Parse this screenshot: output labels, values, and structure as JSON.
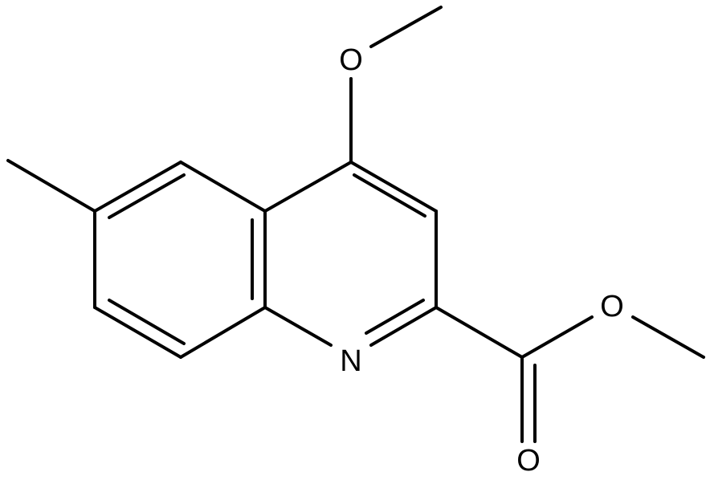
{
  "molecule": {
    "atom_labels": {
      "ring_nitrogen": "N",
      "methoxy_oxygen": "O",
      "ester_oxygen": "O",
      "carbonyl_oxygen": "O"
    },
    "colors": {
      "bond": "#000000",
      "background": "#ffffff"
    }
  }
}
